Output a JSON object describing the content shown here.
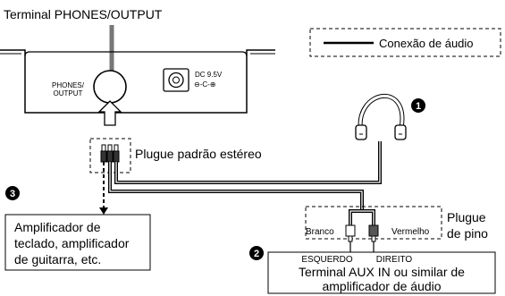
{
  "top_label": "Terminal PHONES/OUTPUT",
  "legend": {
    "text": "Conexão de áudio"
  },
  "keyboard_panel": {
    "jack_label_line1": "PHONES/",
    "jack_label_line2": "OUTPUT",
    "dc_label": "DC 9.5V",
    "dc_symbol": "⊖-C-⊕"
  },
  "plug_label": "Plugue padrão estéreo",
  "markers": {
    "headphones": "1",
    "amplifier": "2",
    "keyboard_amp": "3"
  },
  "keyboard_amp_box": [
    "Amplificador de",
    "teclado, amplificador",
    "de guitarra, etc."
  ],
  "pin_plug": {
    "left_color": "Branco",
    "right_color": "Vermelho",
    "label_line1": "Plugue",
    "label_line2": "de pino"
  },
  "aux_box": {
    "left_channel": "ESQUERDO",
    "right_channel": "DIREITO",
    "line1": "Terminal AUX IN ou similar de",
    "line2": "amplificador de áudio"
  }
}
